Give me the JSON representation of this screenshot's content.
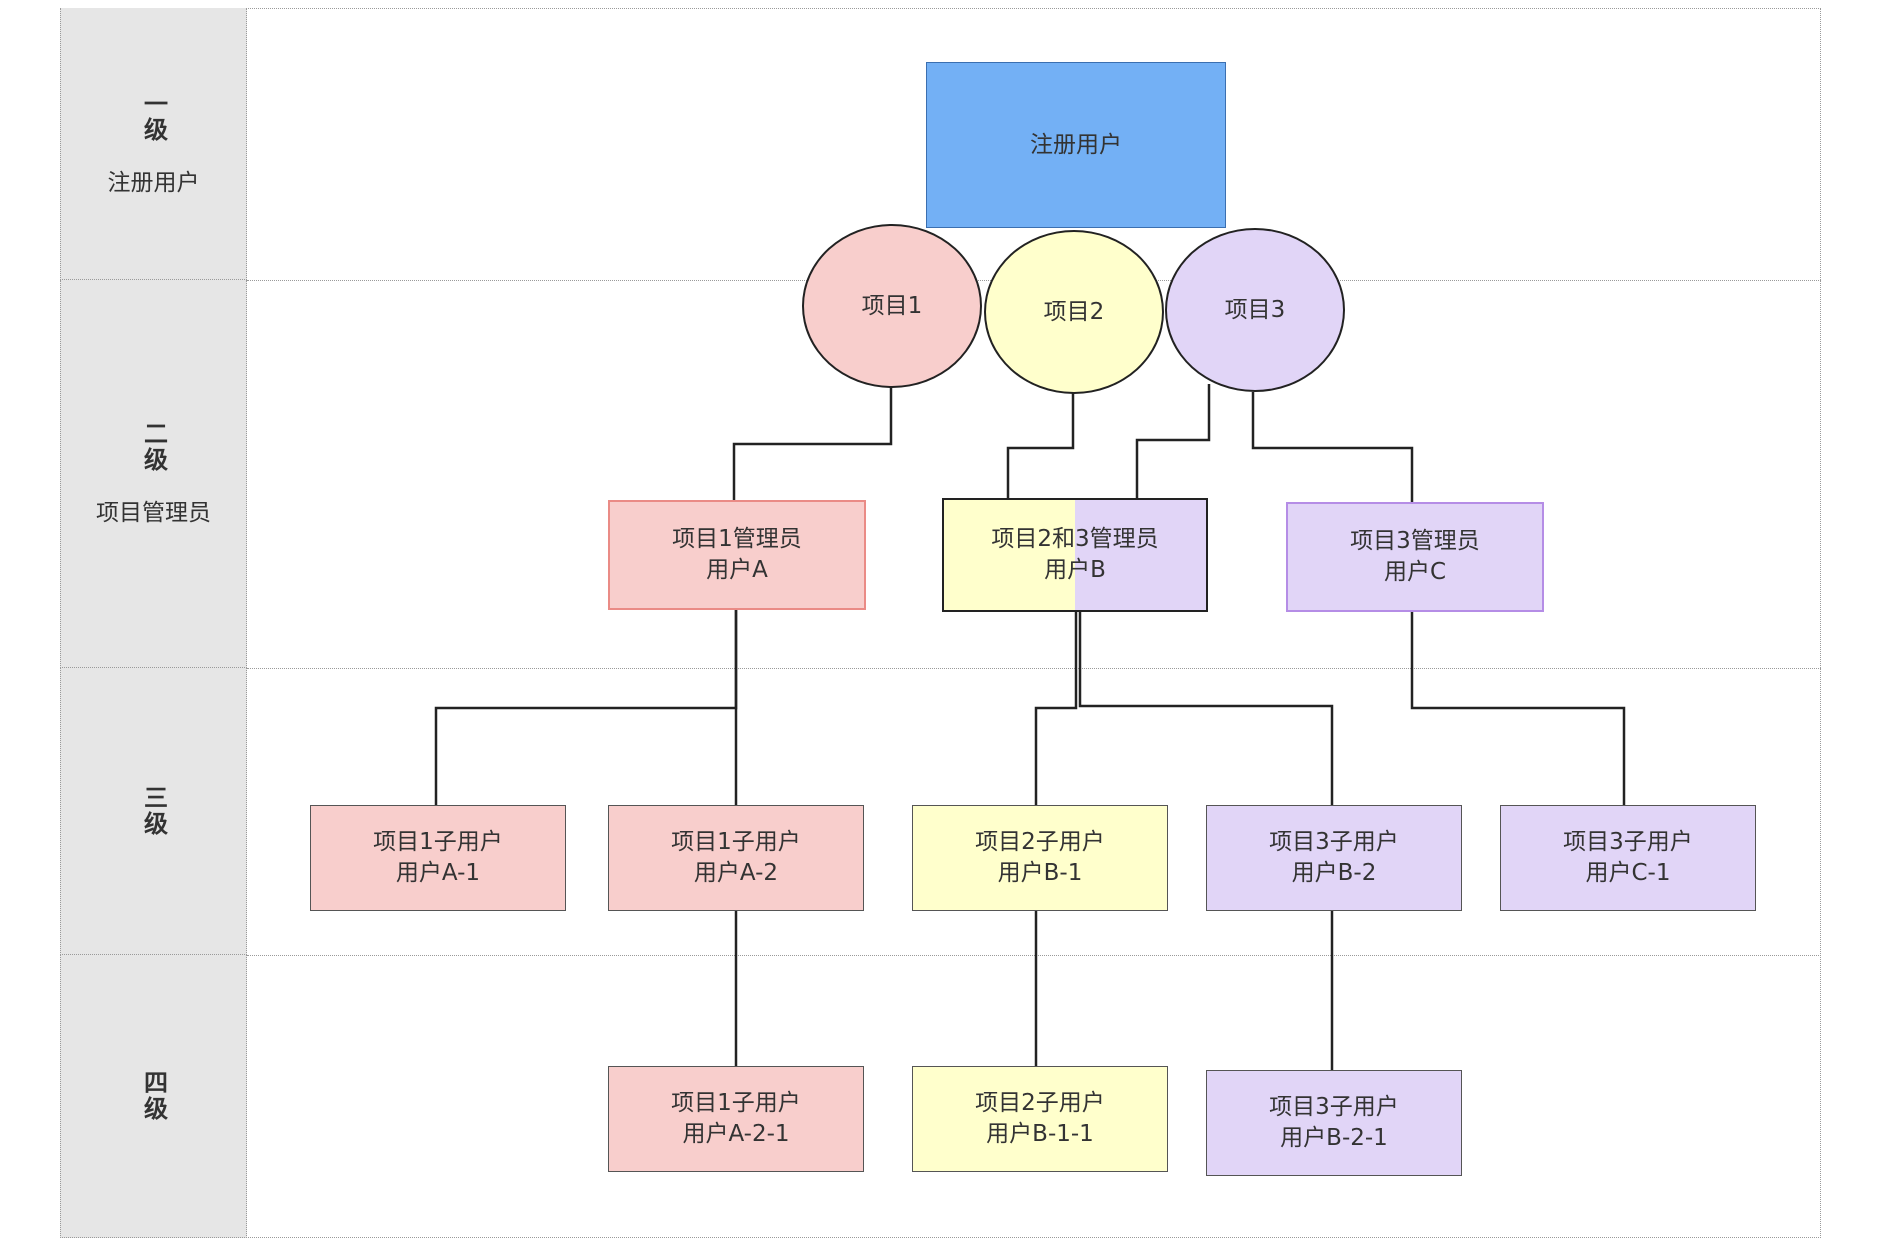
{
  "levels": [
    {
      "label": "一级",
      "sub": "注册用户"
    },
    {
      "label": "二级",
      "sub": "项目管理员"
    },
    {
      "label": "三级",
      "sub": ""
    },
    {
      "label": "四级",
      "sub": ""
    }
  ],
  "nodes": {
    "root": "注册用户",
    "proj1": "项目1",
    "proj2": "项目2",
    "proj3": "项目3",
    "adminA": {
      "line1": "项目1管理员",
      "line2": "用户A"
    },
    "adminB": {
      "line1": "项目2和3管理员",
      "line2": "用户B"
    },
    "adminC": {
      "line1": "项目3管理员",
      "line2": "用户C"
    },
    "a1": {
      "line1": "项目1子用户",
      "line2": "用户A-1"
    },
    "a2": {
      "line1": "项目1子用户",
      "line2": "用户A-2"
    },
    "b1": {
      "line1": "项目2子用户",
      "line2": "用户B-1"
    },
    "b2": {
      "line1": "项目3子用户",
      "line2": "用户B-2"
    },
    "c1": {
      "line1": "项目3子用户",
      "line2": "用户C-1"
    },
    "a21": {
      "line1": "项目1子用户",
      "line2": "用户A-2-1"
    },
    "b11": {
      "line1": "项目2子用户",
      "line2": "用户B-1-1"
    },
    "b21": {
      "line1": "项目3子用户",
      "line2": "用户B-2-1"
    }
  },
  "colors": {
    "root": "#73b0f5",
    "pink": "#f8cecc",
    "yellow": "#ffffcc",
    "purple": "#e1d5f7",
    "pink_border": "#ea8b86",
    "purple_border": "#b58de6"
  }
}
